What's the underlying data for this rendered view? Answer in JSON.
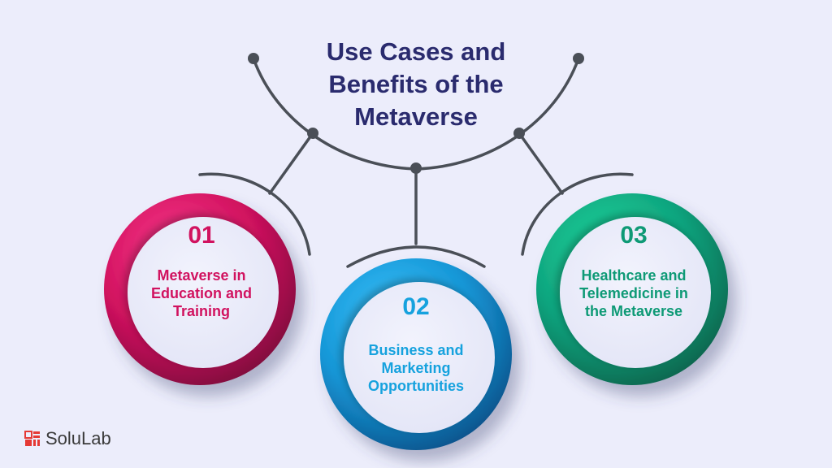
{
  "title": "Use Cases and\nBenefits of the\nMetaverse",
  "items": [
    {
      "number": "01",
      "label": "Metaverse in\nEducation and\nTraining",
      "color": "#D1125F"
    },
    {
      "number": "02",
      "label": "Business and\nMarketing\nOpportunities",
      "color": "#16A2DE"
    },
    {
      "number": "03",
      "label": "Healthcare and\nTelemedicine in\nthe Metaverse",
      "color": "#0E9A76"
    }
  ],
  "colors": {
    "background": "#ECEDFB",
    "title": "#2A2B6E",
    "connector": "#4A4F57",
    "disc_face": "#ECEDFB",
    "brand_red": "#E53935"
  },
  "brand": {
    "name": "SoluLab",
    "logo": "solulab-logo"
  }
}
